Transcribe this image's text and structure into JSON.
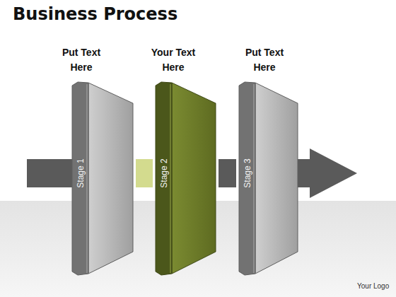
{
  "diagram": {
    "title": "Business Process",
    "nodes": [
      {
        "text": [
          "Put Text Here",
          "Stage 1"
        ]
      },
      {
        "text": [
          "Your Text Here",
          "Stage 2"
        ]
      },
      {
        "text": [
          "Put Text Here",
          "Stage 3"
        ]
      }
    ],
    "edges": [
      {
        "from": 0,
        "to": 1,
        "arrow": "none"
      },
      {
        "from": 1,
        "to": 2,
        "arrow": "none"
      }
    ],
    "labels": [
      "Your Logo"
    ]
  }
}
